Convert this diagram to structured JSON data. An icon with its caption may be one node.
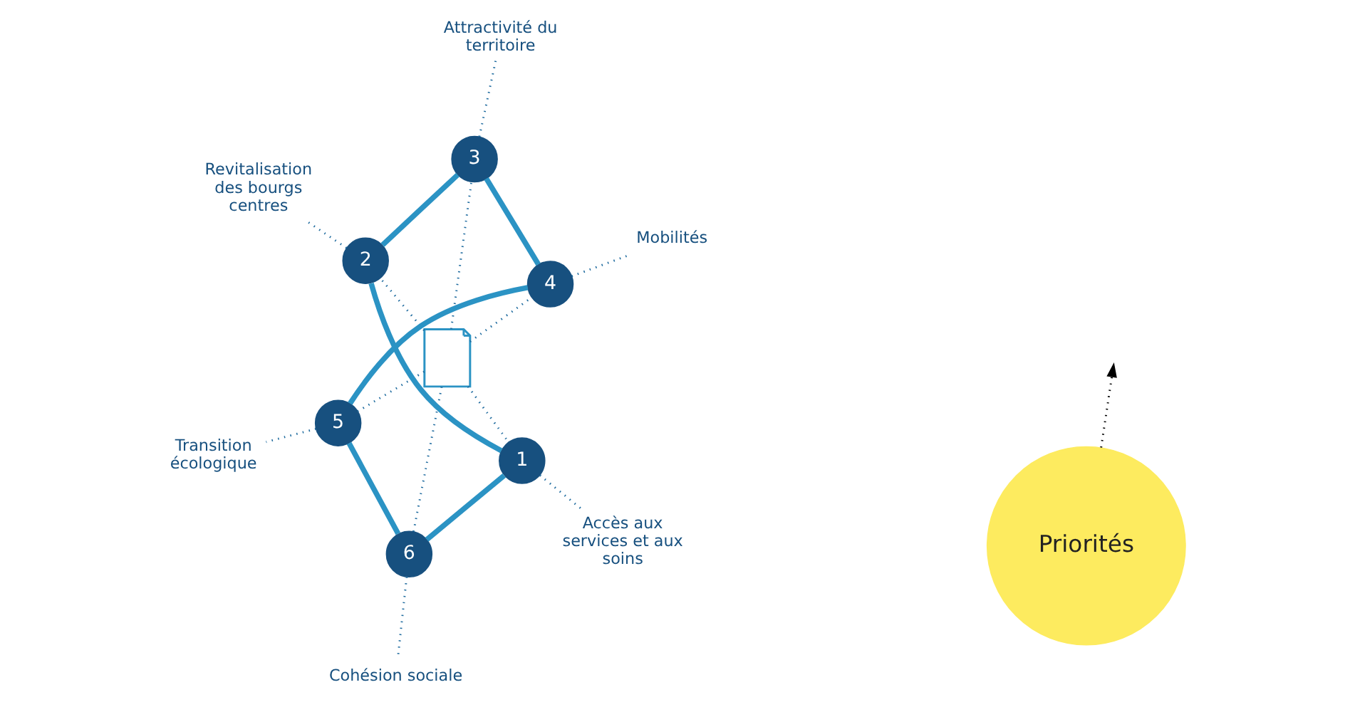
{
  "diagram": {
    "nodes": [
      {
        "text": [
          "Priorités"
        ]
      },
      {
        "text": [],
        "shape": "document"
      },
      {
        "text": [
          "1"
        ]
      },
      {
        "text": [
          "2"
        ]
      },
      {
        "text": [
          "3"
        ]
      },
      {
        "text": [
          "4"
        ]
      },
      {
        "text": [
          "5"
        ]
      },
      {
        "text": [
          "6"
        ]
      },
      {
        "text": [
          "Accès aux services et aux soins"
        ]
      },
      {
        "text": [
          "Revitalisation des bourgs centres"
        ]
      },
      {
        "text": [
          "Attractivité du territoire"
        ]
      },
      {
        "text": [
          "Mobilités"
        ]
      },
      {
        "text": [
          "Transition écologique"
        ]
      },
      {
        "text": [
          "Cohésion sociale"
        ]
      }
    ],
    "edges": [
      {
        "from": 0,
        "to": null,
        "arrow": "to",
        "style": "dashed",
        "color": "#000000"
      },
      {
        "from": 1,
        "to": 2,
        "arrow": "none",
        "style": "dashed"
      },
      {
        "from": 1,
        "to": 3,
        "arrow": "none",
        "style": "dashed"
      },
      {
        "from": 1,
        "to": 4,
        "arrow": "none",
        "style": "dashed"
      },
      {
        "from": 1,
        "to": 5,
        "arrow": "none",
        "style": "dashed"
      },
      {
        "from": 1,
        "to": 6,
        "arrow": "none",
        "style": "dashed"
      },
      {
        "from": 1,
        "to": 7,
        "arrow": "none",
        "style": "dashed"
      },
      {
        "from": 2,
        "to": 8,
        "arrow": "none",
        "style": "dashed"
      },
      {
        "from": 3,
        "to": 9,
        "arrow": "none",
        "style": "dashed"
      },
      {
        "from": 4,
        "to": 10,
        "arrow": "none",
        "style": "dashed"
      },
      {
        "from": 5,
        "to": 11,
        "arrow": "none",
        "style": "dashed"
      },
      {
        "from": 6,
        "to": 12,
        "arrow": "none",
        "style": "dashed"
      },
      {
        "from": 7,
        "to": 13,
        "arrow": "none",
        "style": "dashed"
      },
      {
        "from": 2,
        "to": 3,
        "arrow": "none",
        "style": "thick",
        "color": "#2b93c4"
      },
      {
        "from": 3,
        "to": 4,
        "arrow": "none",
        "style": "thick",
        "color": "#2b93c4"
      },
      {
        "from": 4,
        "to": 5,
        "arrow": "none",
        "style": "thick",
        "color": "#2b93c4"
      },
      {
        "from": 5,
        "to": 6,
        "arrow": "none",
        "style": "thick",
        "color": "#2b93c4"
      },
      {
        "from": 6,
        "to": 7,
        "arrow": "none",
        "style": "thick",
        "color": "#2b93c4"
      },
      {
        "from": 7,
        "to": 2,
        "arrow": "none",
        "style": "thick",
        "color": "#2b93c4"
      }
    ]
  }
}
